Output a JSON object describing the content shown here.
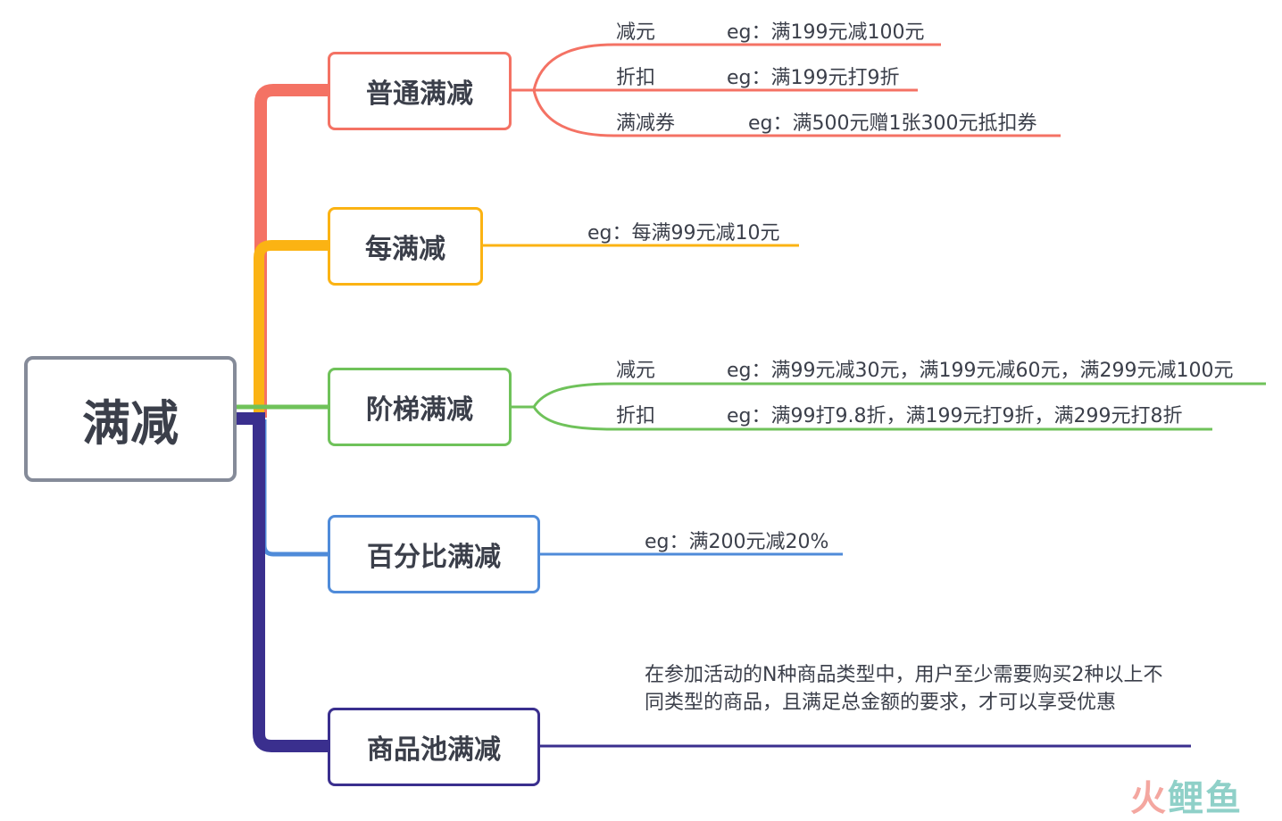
{
  "root": {
    "label": "满减"
  },
  "colors": {
    "root_border": "#858b99",
    "branch_1": "#f47264",
    "branch_2": "#fbb313",
    "branch_3": "#6fc25a",
    "branch_4": "#4f8bd9",
    "branch_5": "#3a2f8e"
  },
  "topics": [
    {
      "label": "普通满减",
      "children": [
        {
          "label": "减元",
          "example": "eg：满199元减100元"
        },
        {
          "label": "折扣",
          "example": "eg：满199元打9折"
        },
        {
          "label": "满减券",
          "example": "eg：满500元赠1张300元抵扣券"
        }
      ]
    },
    {
      "label": "每满减",
      "example": "eg：每满99元减10元"
    },
    {
      "label": "阶梯满减",
      "children": [
        {
          "label": "减元",
          "example": "eg：满99元减30元，满199元减60元，满299元减100元"
        },
        {
          "label": "折扣",
          "example": "eg：满99打9.8折，满199元打9折，满299元打8折"
        }
      ]
    },
    {
      "label": "百分比满减",
      "example": "eg：满200元减20%"
    },
    {
      "label": "商品池满减",
      "description": "在参加活动的N种商品类型中，用户至少需要购买2种以上不同类型的商品，且满足总金额的要求，才可以享受优惠"
    }
  ],
  "watermark": {
    "text": "火鲤鱼"
  }
}
